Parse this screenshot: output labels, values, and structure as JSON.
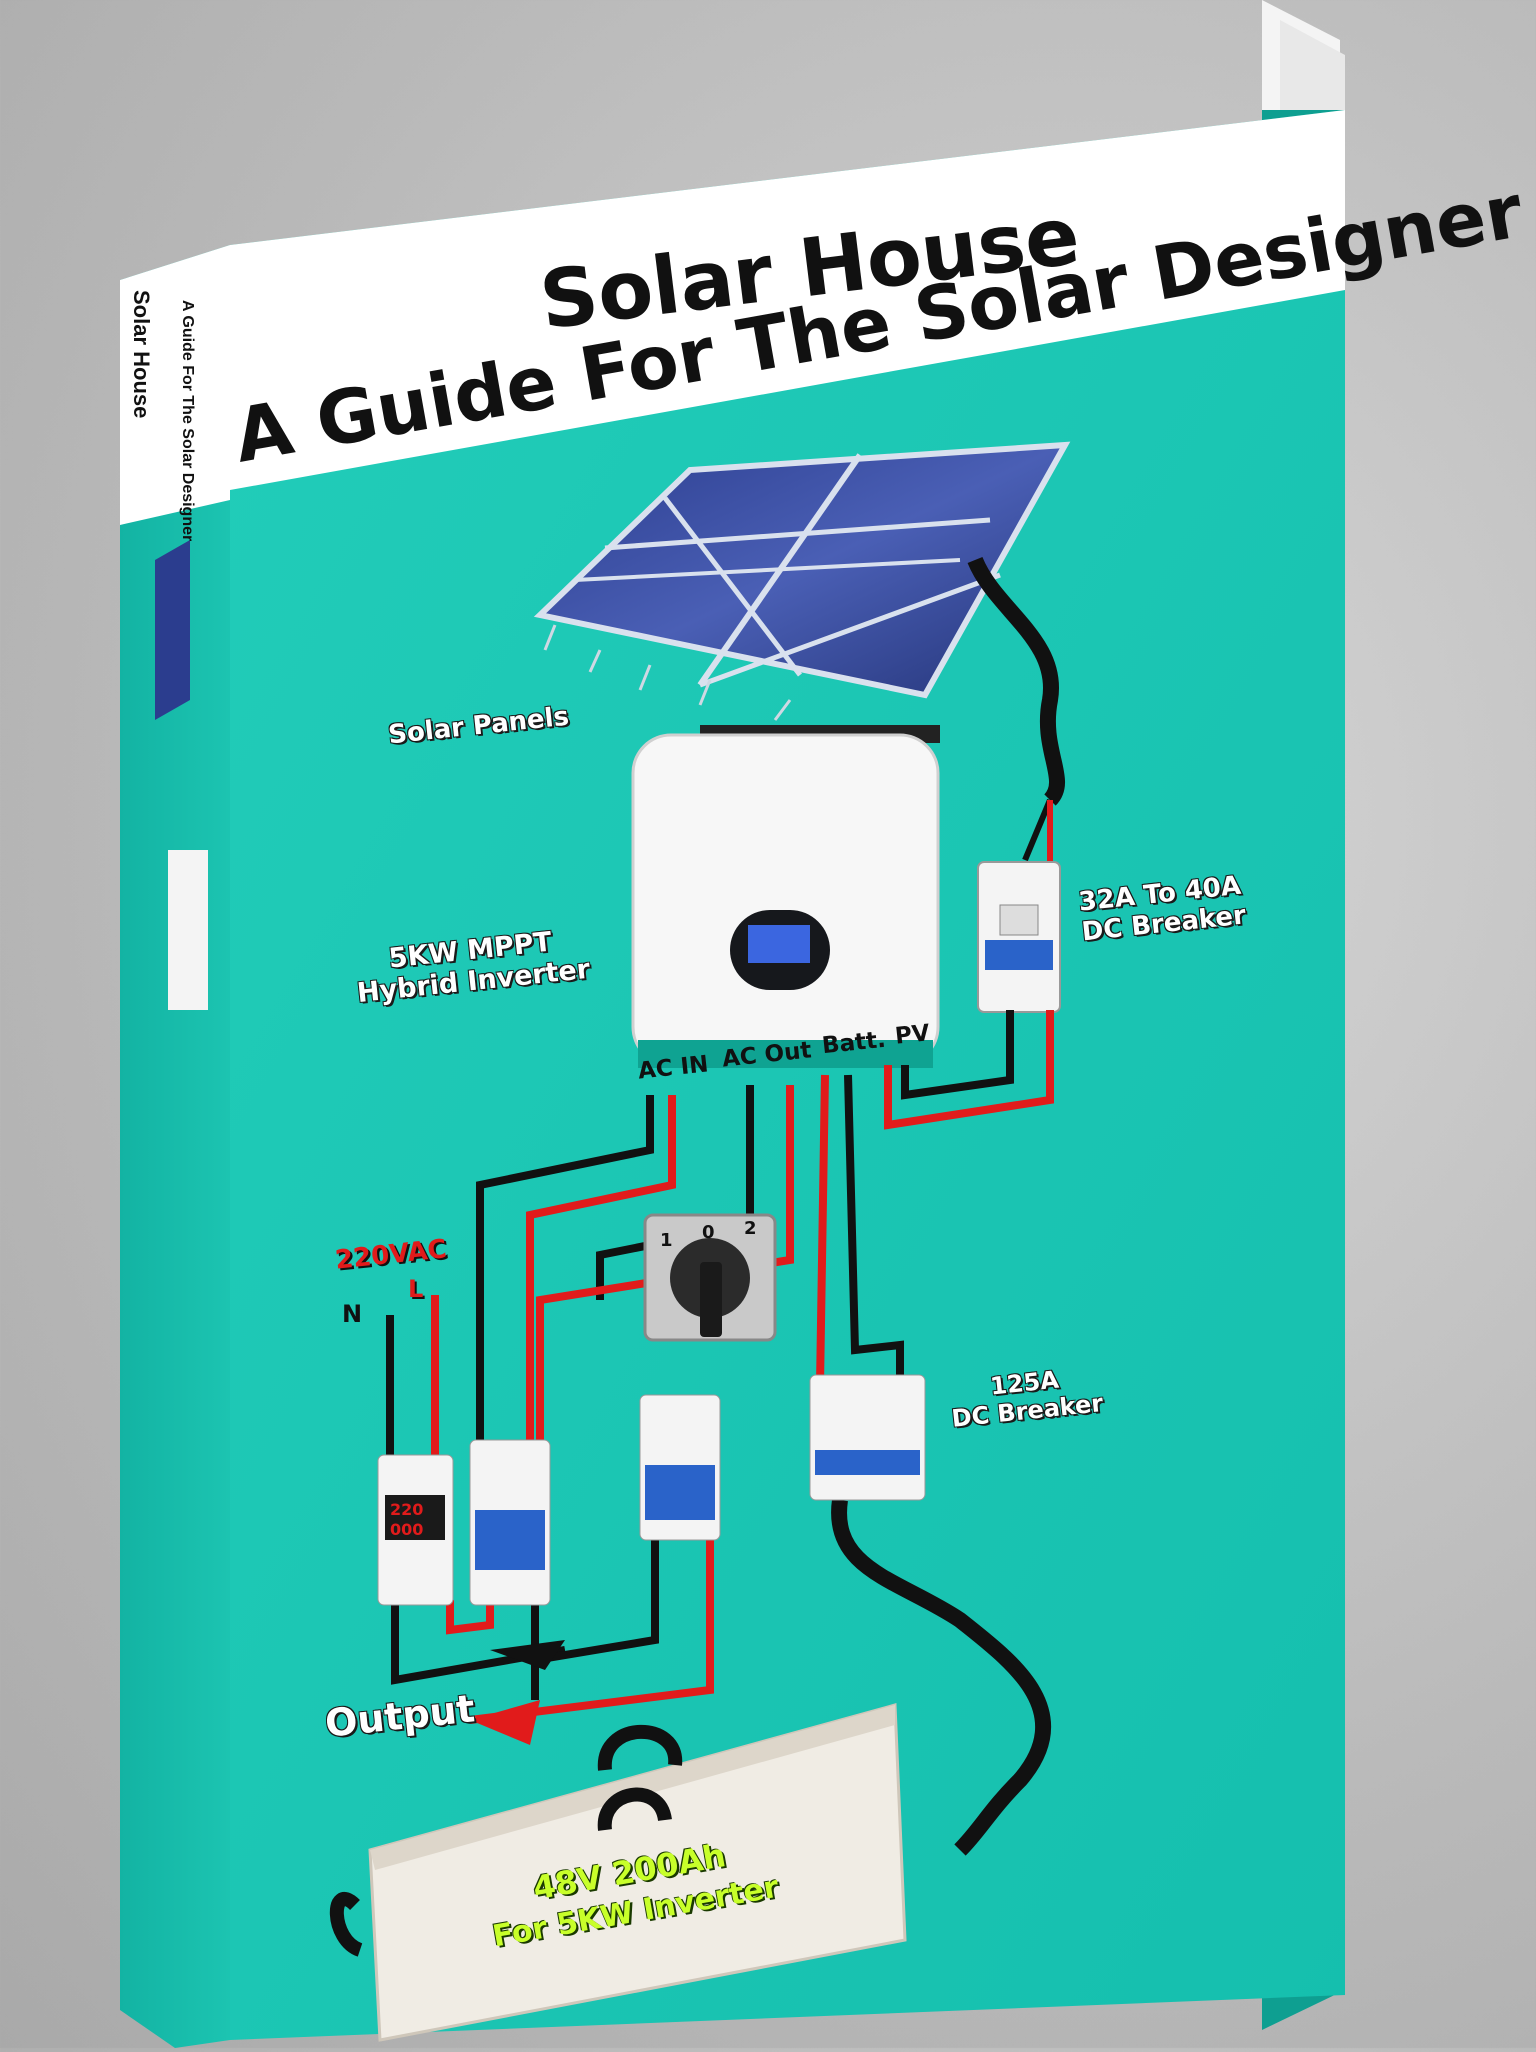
{
  "cover": {
    "title": "Solar House",
    "subtitle": "A Guide For The Solar Designer",
    "spine_title": "Solar House",
    "spine_subtitle": "A Guide For The Solar Designer"
  },
  "diagram": {
    "solar_panels_label": "Solar Panels",
    "inverter_label_line1": "5KW MPPT",
    "inverter_label_line2": "Hybrid Inverter",
    "inverter_ports": [
      "AC IN",
      "AC Out",
      "Batt.",
      "PV"
    ],
    "pv_breaker_line1": "32A To 40A",
    "pv_breaker_line2": "DC Breaker",
    "battery_breaker_line1": "125A",
    "battery_breaker_line2": "DC Breaker",
    "grid_voltage": "220VAC",
    "neutral": "N",
    "live": "L",
    "switch_positions": [
      "1",
      "0",
      "2"
    ],
    "output_label": "Output",
    "battery_line1": "48V 200Ah",
    "battery_line2": "For 5KW Inverter",
    "meter_readings": [
      "220",
      "000"
    ]
  },
  "colors": {
    "cover_teal": "#19c7b4",
    "wire_red": "#e11b1b",
    "wire_black": "#111111",
    "breaker_blue": "#2a63c9"
  }
}
